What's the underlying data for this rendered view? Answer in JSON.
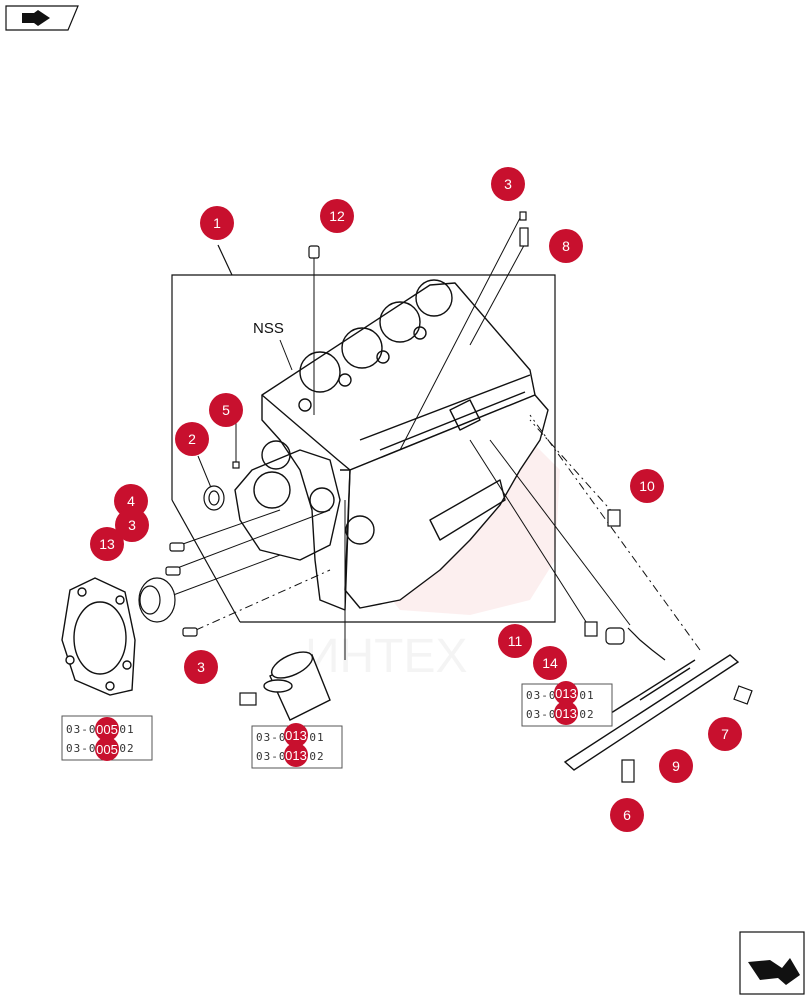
{
  "watermark": "ИНТЕХ",
  "assembly_label": "NSS",
  "nav": {
    "prev_icon": "arrow-right-icon",
    "next_icon": "arrow-right-icon"
  },
  "accent_color": "#c8102e",
  "callouts": [
    "1",
    "12",
    "3",
    "8",
    "NSS",
    "5",
    "2",
    "4",
    "3",
    "13",
    "3",
    "10",
    "11",
    "14",
    "7",
    "9",
    "6"
  ],
  "refs": {
    "left": {
      "line1": "03-005-01",
      "line2": "03-005-02",
      "mark1": "005",
      "mark2": "005"
    },
    "center": {
      "line1": "03-013-01",
      "line2": "03-013-02",
      "mark1": "013",
      "mark2": "013"
    },
    "right": {
      "line1": "03-013-01",
      "line2": "03-013-02",
      "mark1": "013",
      "mark2": "013"
    }
  }
}
